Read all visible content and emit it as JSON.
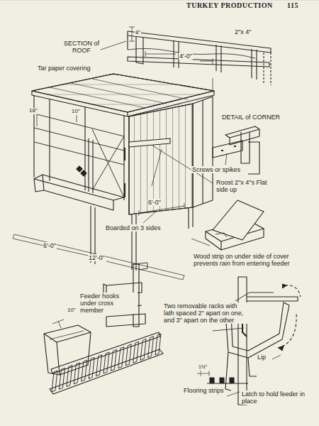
{
  "diagram": {
    "labels": [
      "TURKEY PRODUCTION",
      "115",
      "SECTION of ROOF",
      "2\"x 4\"",
      "8\"",
      "4'-0\"",
      "Tar paper covering",
      "18\"",
      "10\"",
      "DETAIL of CORNER",
      "Screws or spikes",
      "Roost 2\"x 4\"s Flat side up",
      "Boarded on 3 sides",
      "6'-0\"",
      "6'-0\"",
      "12'-0\"",
      "Wood strip on under side of cover prevents rain from entering feeder",
      "Feeder hooks under cross member",
      "Two removable racks with lath spaced 2\" apart on one, and 3\" apart on the other",
      "10\"",
      "1½\"",
      "Lip",
      "Flooring strips",
      "Latch to hold feeder in place"
    ]
  }
}
